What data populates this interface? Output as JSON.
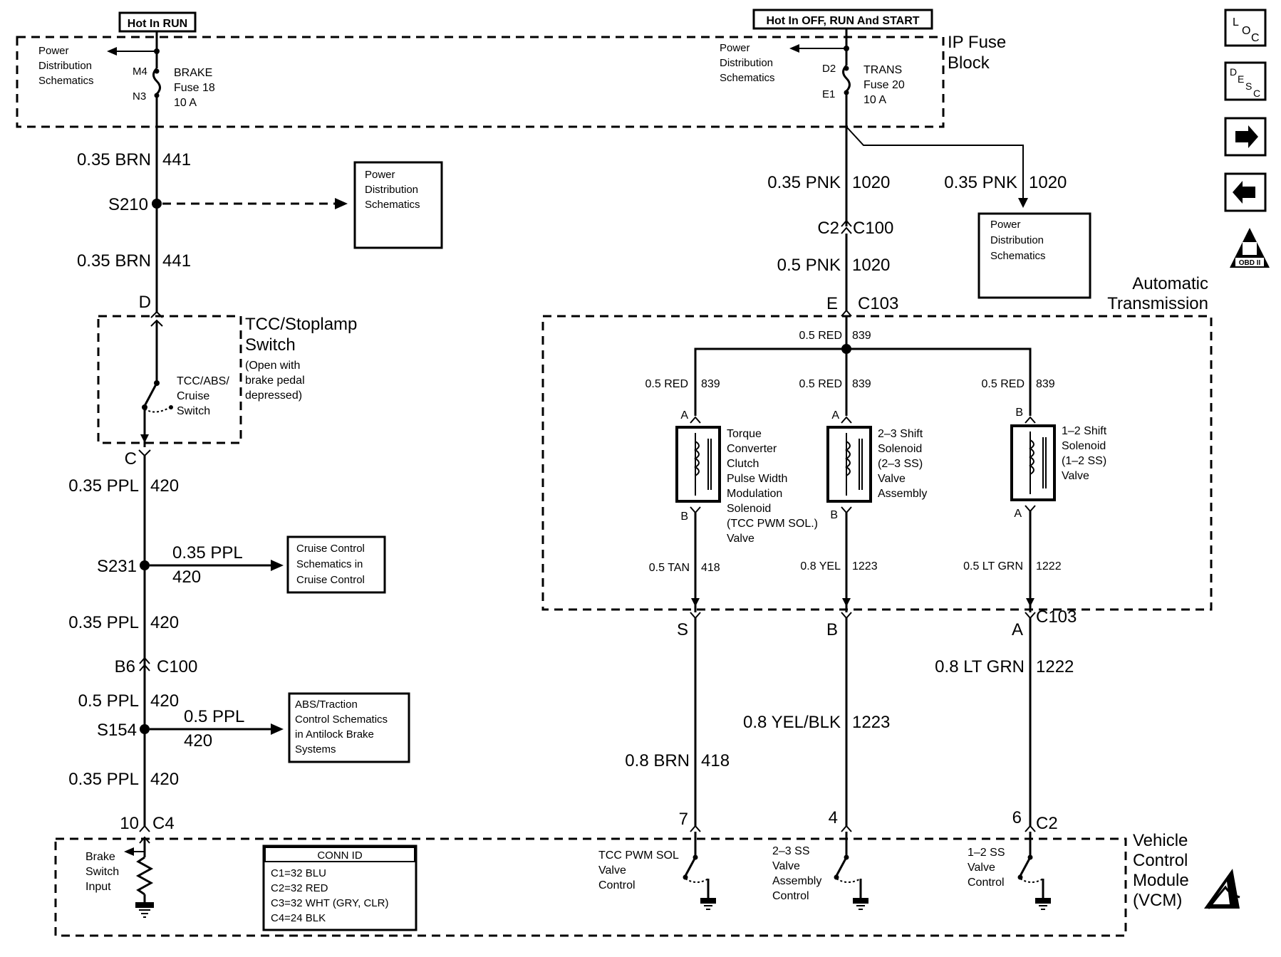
{
  "header": {
    "hot_run": "Hot In RUN",
    "hot_all": "Hot In OFF, RUN And START"
  },
  "ip_fuse_block": {
    "label_line1": "IP Fuse",
    "label_line2": "Block",
    "left_feed": [
      "Power",
      "Distribution",
      "Schematics"
    ],
    "right_feed": [
      "Power",
      "Distribution",
      "Schematics"
    ],
    "brake_fuse": {
      "pin_in": "M4",
      "pin_out": "N3",
      "name": "BRAKE",
      "fuse": "Fuse 18",
      "rating": "10 A"
    },
    "trans_fuse": {
      "pin_in": "D2",
      "pin_out": "E1",
      "name": "TRANS",
      "fuse": "Fuse 20",
      "rating": "10 A"
    }
  },
  "left_circuit": {
    "w1": {
      "wire": "0.35 BRN",
      "circuit": "441"
    },
    "splice_s210": "S210",
    "s210_box": [
      "Power",
      "Distribution",
      "Schematics"
    ],
    "w2": {
      "wire": "0.35 BRN",
      "circuit": "441"
    },
    "pin_d": "D",
    "switch_title_1": "TCC/Stoplamp",
    "switch_title_2": "Switch",
    "switch_note": [
      "(Open with",
      "brake pedal",
      "depressed)"
    ],
    "switch_label": [
      "TCC/ABS/",
      "Cruise",
      "Switch"
    ],
    "pin_c": "C",
    "w3": {
      "wire": "0.35 PPL",
      "circuit": "420"
    },
    "splice_s231": "S231",
    "s231_branch": {
      "wire": "0.35 PPL",
      "circuit": "420"
    },
    "s231_box": [
      "Cruise Control",
      "Schematics in",
      "Cruise Control"
    ],
    "w4": {
      "wire": "0.35 PPL",
      "circuit": "420"
    },
    "conn_b6": "B6",
    "conn_c100": "C100",
    "w5": {
      "wire": "0.5 PPL",
      "circuit": "420"
    },
    "splice_s154": "S154",
    "s154_branch": {
      "wire": "0.5 PPL",
      "circuit": "420"
    },
    "s154_box": [
      "ABS/Traction",
      "Control Schematics",
      "in Antilock Brake",
      "Systems"
    ],
    "w6": {
      "wire": "0.35 PPL",
      "circuit": "420"
    },
    "pin_10": "10",
    "conn_c4": "C4"
  },
  "right_circuit": {
    "w1": {
      "wire": "0.35 PNK",
      "circuit": "1020"
    },
    "branch": {
      "wire": "0.35 PNK",
      "circuit": "1020"
    },
    "branch_box": [
      "Power",
      "Distribution",
      "Schematics"
    ],
    "conn_c2": "C2",
    "conn_c100": "C100",
    "w2": {
      "wire": "0.5 PNK",
      "circuit": "1020"
    },
    "pin_e": "E",
    "conn_c103": "C103",
    "trans_label_1": "Automatic",
    "trans_label_2": "Transmission",
    "bus": {
      "wire": "0.5 RED",
      "circuit": "839"
    },
    "sol_tcc": {
      "feed": {
        "wire": "0.5 RED",
        "circuit": "839"
      },
      "pin_top": "A",
      "pin_bottom": "B",
      "label": [
        "Torque",
        "Converter",
        "Clutch",
        "Pulse Width",
        "Modulation",
        "Solenoid",
        "(TCC PWM SOL.)",
        "Valve"
      ],
      "out": {
        "wire": "0.5 TAN",
        "circuit": "418"
      }
    },
    "sol_23": {
      "feed": {
        "wire": "0.5 RED",
        "circuit": "839"
      },
      "pin_top": "A",
      "pin_bottom": "B",
      "label": [
        "2–3 Shift",
        "Solenoid",
        "(2–3 SS)",
        "Valve",
        "Assembly"
      ],
      "out": {
        "wire": "0.8 YEL",
        "circuit": "1223"
      }
    },
    "sol_12": {
      "feed": {
        "wire": "0.5 RED",
        "circuit": "839"
      },
      "pin_top": "B",
      "pin_bottom": "A",
      "label": [
        "1–2 Shift",
        "Solenoid",
        "(1–2 SS)",
        "Valve"
      ],
      "out": {
        "wire": "0.5 LT GRN",
        "circuit": "1222"
      }
    },
    "pin_s": "S",
    "pin_b": "B",
    "pin_a": "A",
    "conn_c103_lower": "C103",
    "out_tcc": {
      "wire": "0.8 BRN",
      "circuit": "418"
    },
    "out_23": {
      "wire": "0.8 YEL/BLK",
      "circuit": "1223"
    },
    "out_12": {
      "wire": "0.8 LT GRN",
      "circuit": "1222"
    },
    "pin_7": "7",
    "pin_4": "4",
    "pin_6": "6",
    "conn_c2_lower": "C2"
  },
  "vcm": {
    "label": [
      "Vehicle",
      "Control",
      "Module",
      "(VCM)"
    ],
    "brake_input": [
      "Brake",
      "Switch",
      "Input"
    ],
    "conn_id_title": "CONN ID",
    "conn_ids": [
      "C1=32 BLU",
      "C2=32 RED",
      "C3=32 WHT (GRY, CLR)",
      "C4=24 BLK"
    ],
    "tcc_control": [
      "TCC PWM SOL",
      "Valve",
      "Control"
    ],
    "ss23_control": [
      "2–3 SS",
      "Valve",
      "Assembly",
      "Control"
    ],
    "ss12_control": [
      "1–2 SS",
      "Valve",
      "Control"
    ]
  },
  "side_icons": {
    "loc": {
      "a": "L",
      "b": "O",
      "c": "C"
    },
    "desc": {
      "a": "D",
      "b": "E",
      "c": "S",
      "d": "C"
    },
    "obd": "OBD II",
    "icon_names": [
      "loc-icon",
      "desc-icon",
      "next-arrow-icon",
      "prev-arrow-icon",
      "obd-ii-icon",
      "esd-warning-icon"
    ]
  }
}
